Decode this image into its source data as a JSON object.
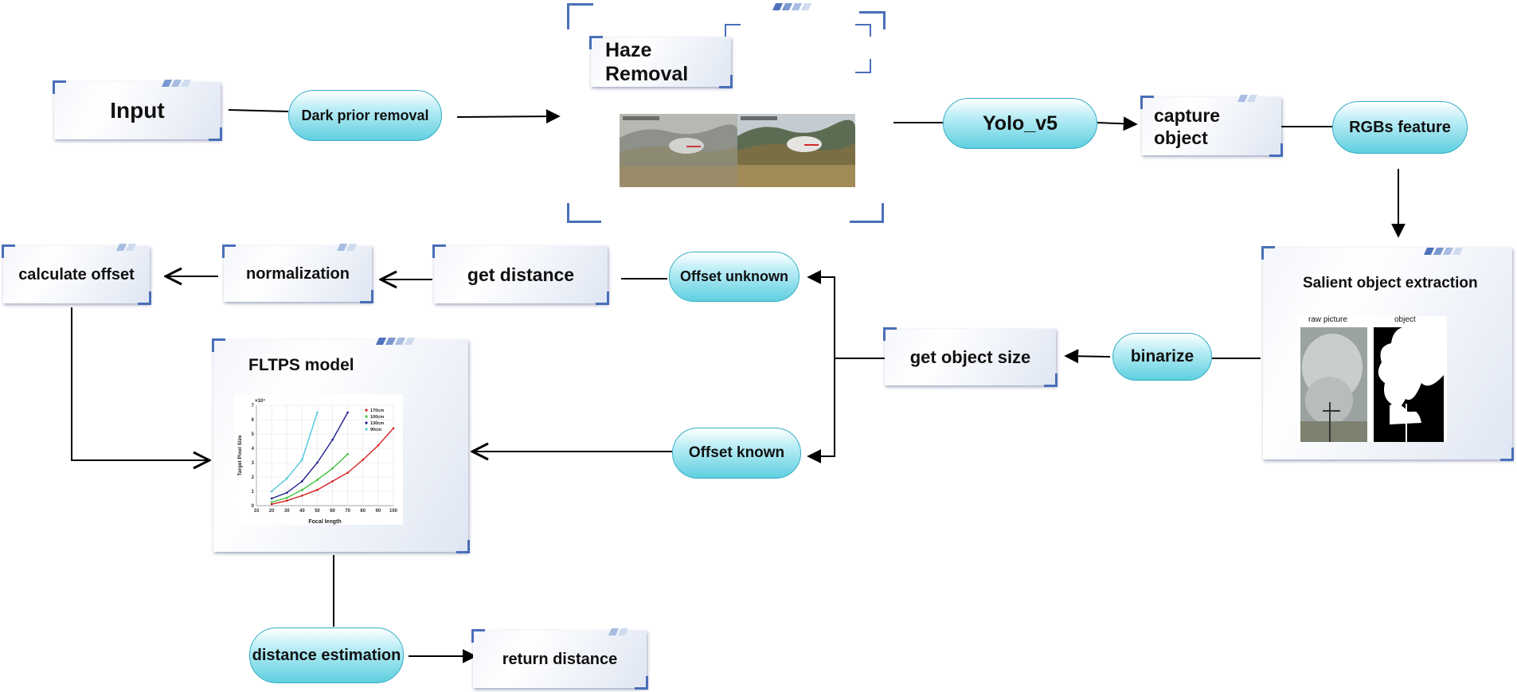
{
  "nodes": {
    "input": "Input",
    "dark_prior_removal": "Dark prior removal",
    "haze_removal": "Haze Removal",
    "yolo_v5": "Yolo_v5",
    "capture_object": "capture object",
    "rgbs_feature": "RGBs feature",
    "salient_object_extraction": "Salient object extraction",
    "binarize": "binarize",
    "get_object_size": "get object size",
    "offset_unknown": "Offset unknown",
    "offset_known": "Offset known",
    "get_distance": "get distance",
    "normalization": "normalization",
    "calculate_offset": "calculate offset",
    "fltps_model": "FLTPS model",
    "distance_estimation": "distance estimation",
    "return_distance": "return distance"
  },
  "salient_panel": {
    "left_label": "raw picture",
    "right_label": "object"
  },
  "colors": {
    "accent": "#4a6fb8",
    "pill_fill": "#5fcfe0",
    "pill_border": "#34aec4"
  },
  "chart_data": {
    "type": "line",
    "xlabel": "Focal length",
    "ylabel": "Target Pixel Size",
    "y_multiplier": "×10⁴",
    "x_ticks": [
      10,
      20,
      30,
      40,
      50,
      60,
      70,
      80,
      90,
      100
    ],
    "y_ticks": [
      0,
      1,
      2,
      3,
      4,
      5,
      6,
      7
    ],
    "xlim": [
      10,
      100
    ],
    "ylim": [
      0,
      7
    ],
    "legend": "top-right",
    "series": [
      {
        "name": "170cm",
        "color": "#d42020",
        "x": [
          20,
          30,
          40,
          50,
          60,
          70,
          80,
          90,
          100
        ],
        "y": [
          0.1,
          0.35,
          0.7,
          1.1,
          1.7,
          2.3,
          3.2,
          4.2,
          5.4
        ]
      },
      {
        "name": "100cm",
        "color": "#3cc23c",
        "x": [
          20,
          30,
          40,
          50,
          60,
          70
        ],
        "y": [
          0.25,
          0.55,
          1.1,
          1.8,
          2.6,
          3.6
        ]
      },
      {
        "name": "130cm",
        "color": "#20208c",
        "x": [
          20,
          30,
          40,
          50,
          60,
          70
        ],
        "y": [
          0.5,
          0.9,
          1.7,
          3.0,
          4.6,
          6.5
        ]
      },
      {
        "name": "90cm",
        "color": "#4cc8dc",
        "x": [
          20,
          30,
          40,
          50
        ],
        "y": [
          1.0,
          1.9,
          3.2,
          6.5
        ]
      }
    ]
  }
}
